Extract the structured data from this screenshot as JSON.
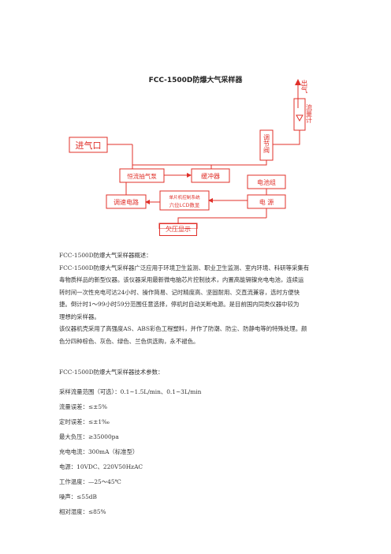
{
  "document": {
    "title": "FCC-1500D防爆大气采样器",
    "diagram": {
      "outlet": "出气",
      "flowmeter": "流量计",
      "valve": "调节阀",
      "inlet": "进气口",
      "pump": "恒流抽气泵",
      "buffer": "缓冲器",
      "battery": "电池组",
      "speed_circuit": "调速电路",
      "mcu_line1": "单片机控制系统",
      "mcu_line2": "六位LCD数显",
      "power": "电 源",
      "undervoltage": "欠压显示"
    },
    "overview_heading": "FCC-1500D防爆大气采样器概述：",
    "overview_lines": [
      "FCC-1500D防爆大气采样器广泛应用于环境卫生监测、职业卫生监测、室内环境、科研等采集有",
      "毒物质样品的新型仪器。该仪器采用最新微电脑芯片控制技术，内置高能镉镍充电电池，连续运",
      "转时间一次性充电可达24小时、操作简易、记时精度高、坚固耐用、交直流兼容，选时方便快",
      "捷。倒计时1～99小时59分范围任意选择，停机时自动关断电源。是目前国内同类仪器中较为",
      "理想的采样器。"
    ],
    "material_lines": [
      "该仪器机壳采用了高强度AS、ABS彩色工程塑料，并作了防潮、防尘、防静电等的特殊处理。颜",
      "色分四种棕色、灰色、绿色、兰色供选购，永不褪色。"
    ],
    "spec_heading": "FCC-1500D防爆大气采样器技术参数：",
    "specs": [
      "采样流量范围（可选）：0.1~1.5L/min、0.1~3L/min",
      "流量误差：≤±5%",
      "定时误差：≤±1‰",
      "最大负压：≥35000pa",
      "充电电流：300mA（标准型）",
      "电源：10VDC、220V50HzAC",
      "工作温度：—25～45℃",
      "噪声：≤55dB",
      "相对湿度：≤85%"
    ],
    "colors": {
      "diagram_red": "#e0302a",
      "text": "#333333"
    }
  }
}
